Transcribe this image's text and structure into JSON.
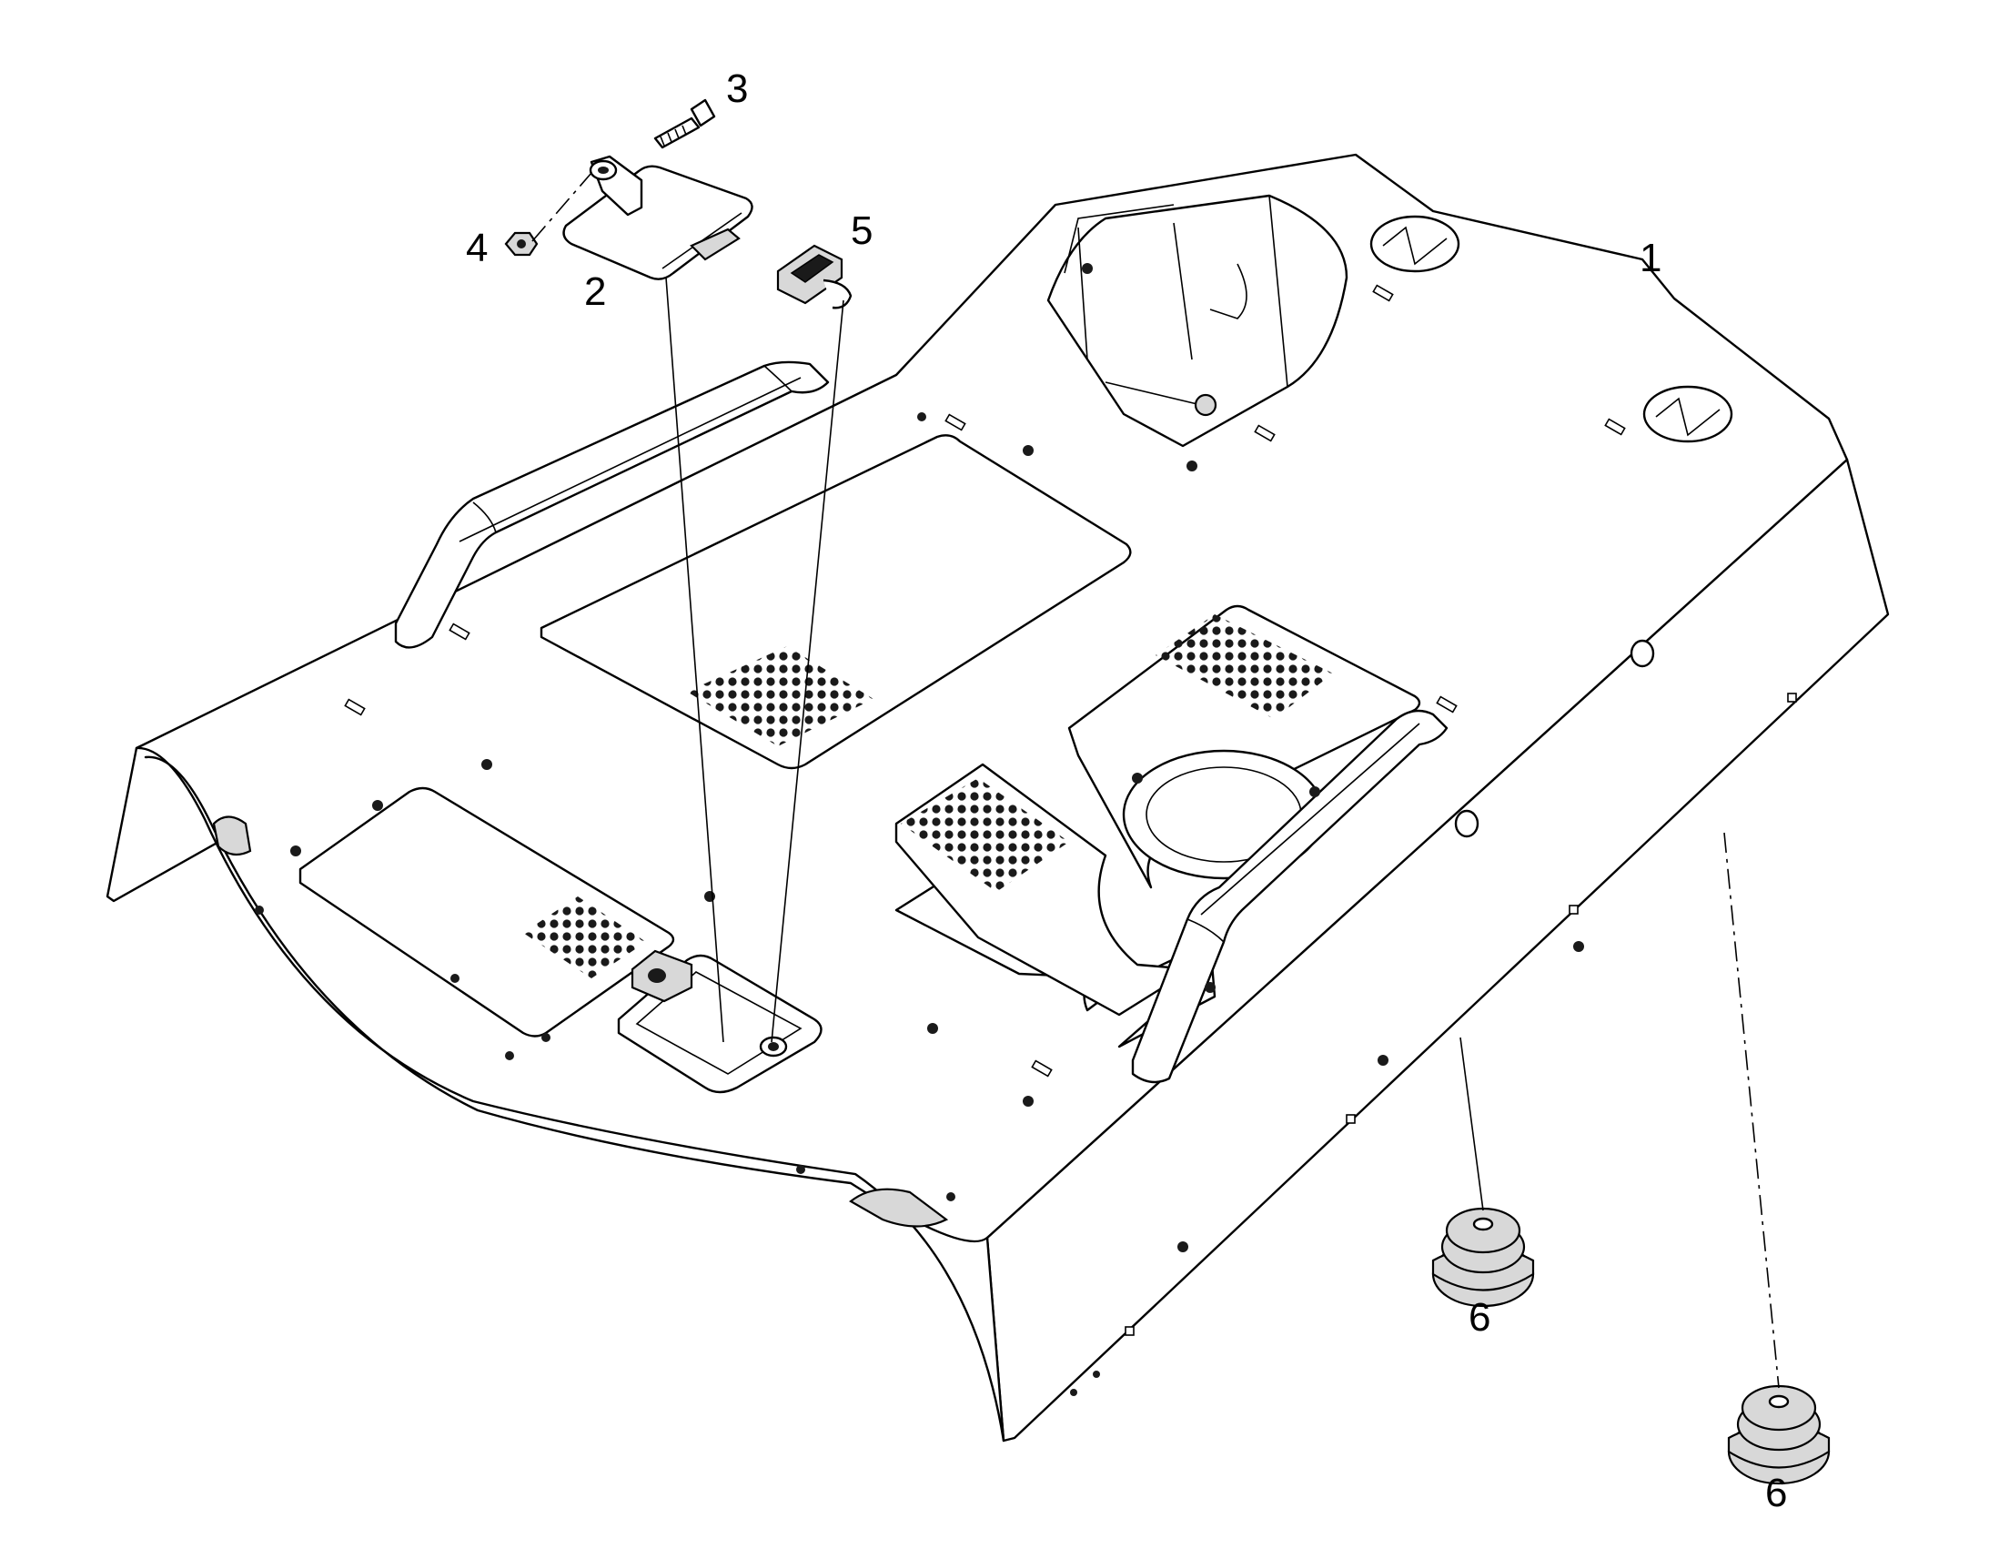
{
  "callouts": [
    {
      "id": "1",
      "label": "1",
      "part": "fender-deck"
    },
    {
      "id": "2",
      "label": "2",
      "part": "access-cover"
    },
    {
      "id": "3",
      "label": "3",
      "part": "bolt"
    },
    {
      "id": "4",
      "label": "4",
      "part": "nut"
    },
    {
      "id": "5",
      "label": "5",
      "part": "latch"
    },
    {
      "id": "6a",
      "label": "6",
      "part": "rubber-mount"
    },
    {
      "id": "6b",
      "label": "6",
      "part": "rubber-mount"
    }
  ],
  "colors": {
    "line": "#000000",
    "background": "#ffffff",
    "perforation": "#1a1a1a"
  },
  "icons": [
    "fender-deck-icon",
    "access-cover-icon",
    "bolt-icon",
    "nut-icon",
    "latch-icon",
    "rubber-mount-icon"
  ]
}
